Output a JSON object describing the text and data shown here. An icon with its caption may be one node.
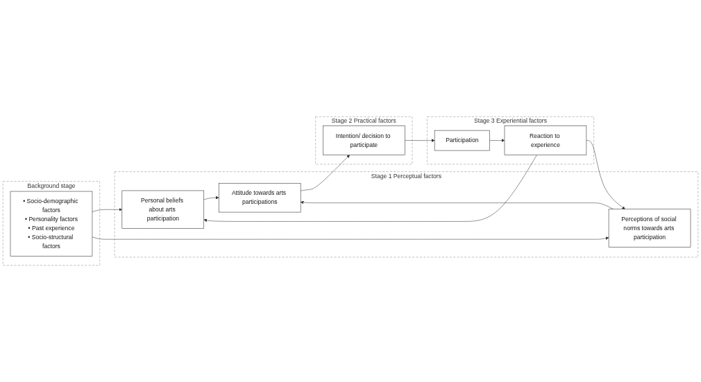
{
  "diagram": {
    "nodes": [
      {
        "text": [
          "Background stage"
        ]
      },
      {
        "text": [
          "• Socio-demographic factors",
          "• Personality factors",
          "• Past experience",
          "• Socio-structural factors"
        ],
        "in": 0
      },
      {
        "text": [
          "Stage 1 Perceptual factors"
        ]
      },
      {
        "text": [
          "Personal beliefs about arts participation"
        ],
        "in": 2
      },
      {
        "text": [
          "Attitude towards arts participations"
        ],
        "in": 2
      },
      {
        "text": [
          "Perceptions of social norms towards arts participation"
        ],
        "in": 2
      },
      {
        "text": [
          "Stage 2 Practical factors"
        ]
      },
      {
        "text": [
          "Intention/ decision to participate"
        ],
        "in": 6
      },
      {
        "text": [
          "Stage 3 Experiential factors"
        ]
      },
      {
        "text": [
          "Participation"
        ],
        "in": 8
      },
      {
        "text": [
          "Reaction to experience"
        ],
        "in": 8
      }
    ],
    "edges": [
      {
        "from": 1,
        "to": 3,
        "arrow": "to"
      },
      {
        "from": 1,
        "to": 5,
        "arrow": "to"
      },
      {
        "from": 3,
        "to": 4,
        "arrow": "to"
      },
      {
        "from": 5,
        "to": 4,
        "arrow": "to"
      },
      {
        "from": 4,
        "to": 7,
        "arrow": "to"
      },
      {
        "from": 7,
        "to": 9,
        "arrow": "to"
      },
      {
        "from": 9,
        "to": 10,
        "arrow": "to"
      },
      {
        "from": 10,
        "to": 3,
        "arrow": "to"
      },
      {
        "from": 10,
        "to": 5,
        "arrow": "to"
      }
    ]
  }
}
